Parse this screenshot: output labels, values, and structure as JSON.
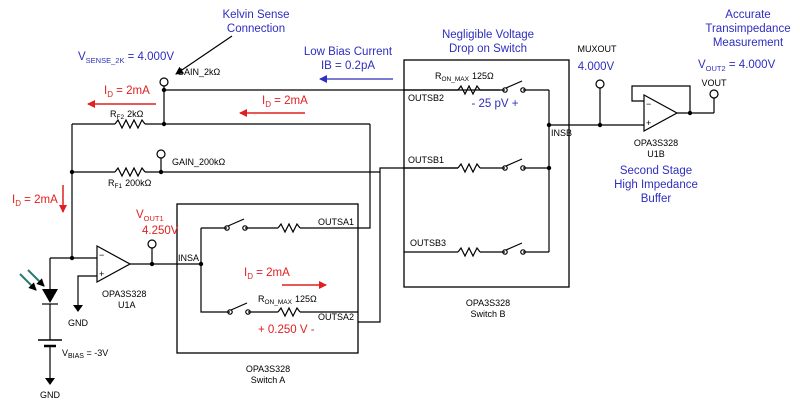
{
  "colors": {
    "wire": "#000000",
    "annotation_blue": "#2e2ebf",
    "annotation_red": "#e02020"
  },
  "labels": {
    "kelvin_sense": [
      "Kelvin Sense",
      "Connection"
    ],
    "v_sense_main": "V",
    "v_sense_sub": "SENSE_2K",
    "v_sense_val": " = 4.000V",
    "gain_2k": "GAIN_2kΩ",
    "low_bias": [
      "Low Bias Current",
      "IB = 0.2pA"
    ],
    "negligible_drop": [
      "Negligible Voltage",
      "Drop on Switch"
    ],
    "muxout": "MUXOUT",
    "muxout_val": "4.000V",
    "accurate": [
      "Accurate",
      "Transimpedance",
      "Measurement"
    ],
    "v_out2_main": "V",
    "v_out2_sub": "OUT2",
    "v_out2_val": " = 4.000V",
    "vout": "VOUT",
    "id_main": "I",
    "id_sub": "D",
    "id_val": " = 2mA",
    "rf2_main": "R",
    "rf2_sub": "F2",
    "rf2_val": "2kΩ",
    "rf1_main": "R",
    "rf1_sub": "F1",
    "rf1_val": "200kΩ",
    "gain_200k": "GAIN_200kΩ",
    "ron_main": "R",
    "ron_sub": "ON_MAX",
    "ron_val": "125Ω",
    "outsb2": "OUTSB2",
    "outsb1": "OUTSB1",
    "outsb3": "OUTSB3",
    "insb": "INSB",
    "pv_drop": "- 25 pV +",
    "second_stage": [
      "Second Stage",
      "High Impedance",
      "Buffer"
    ],
    "opa_u1b": [
      "OPA3S328",
      "U1B"
    ],
    "v_out1_main": "V",
    "v_out1_sub": "OUT1",
    "v_out1_val": "4.250V",
    "outsa1": "OUTSA1",
    "outsa2": "OUTSA2",
    "insa": "INSA",
    "v_drop_a": "+ 0.250 V -",
    "opa_u1a": [
      "OPA3S328",
      "U1A"
    ],
    "gnd": "GND",
    "vbias_main": "V",
    "vbias_sub": "BIAS",
    "vbias_val": " = -3V",
    "switch_a": [
      "OPA3S328",
      "Switch A"
    ],
    "switch_b": [
      "OPA3S328",
      "Switch B"
    ]
  }
}
